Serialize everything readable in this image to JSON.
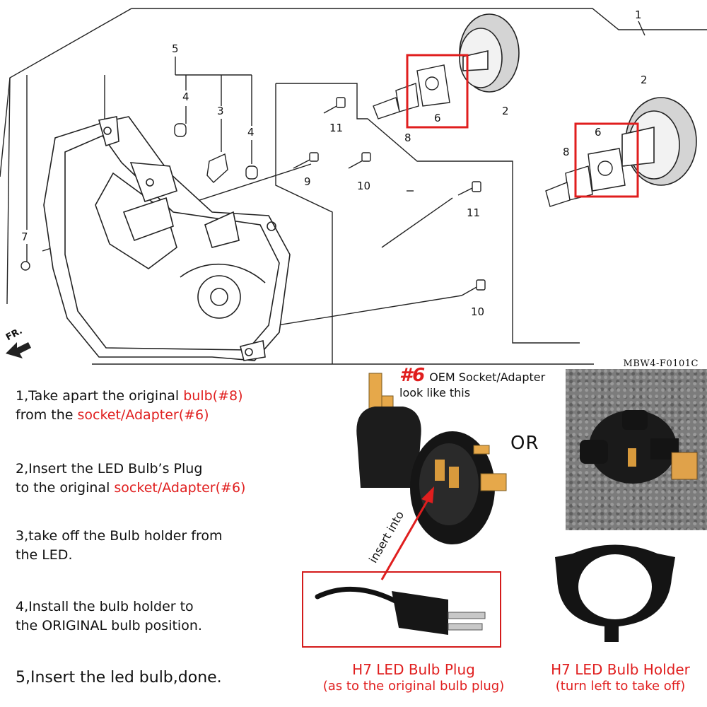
{
  "diagram": {
    "callouts": {
      "n1": "1",
      "n2a": "2",
      "n2b": "2",
      "n3": "3",
      "n4a": "4",
      "n4b": "4",
      "n5": "5",
      "n6a": "6",
      "n6b": "6",
      "n7": "7",
      "n8a": "8",
      "n8b": "8",
      "n9": "9",
      "n10a": "10",
      "n10b": "10",
      "n11a": "11",
      "n11b": "11"
    },
    "direction_label": "FR.",
    "reference_code": "MBW4-F0101C"
  },
  "steps": [
    {
      "parts": [
        "1,Take apart the original ",
        "bulb(#8)",
        "from the ",
        "socket/Adapter(#6)"
      ]
    },
    {
      "parts": [
        "2,Insert the LED Bulb’s Plug",
        "to the original ",
        "socket/Adapter(#6)"
      ]
    },
    {
      "parts": [
        "3,take off the Bulb holder from",
        "the LED."
      ]
    },
    {
      "parts": [
        "4,Install the bulb holder to",
        "the ORIGINAL bulb position."
      ]
    },
    {
      "parts": [
        "5,Insert the led bulb,done."
      ]
    }
  ],
  "socket_heading": {
    "number": "#6",
    "line1": "OEM Socket/Adapter",
    "line2": "look like this"
  },
  "or_label": "OR",
  "insert_label": "insert into",
  "plug_caption": {
    "title": "H7 LED Bulb Plug",
    "sub": "(as to the original bulb plug)"
  },
  "holder_caption": {
    "title": "H7 LED Bulb Holder",
    "sub": "(turn left to take off)"
  },
  "colors": {
    "highlight": "#e01e1e",
    "line": "#222222"
  }
}
